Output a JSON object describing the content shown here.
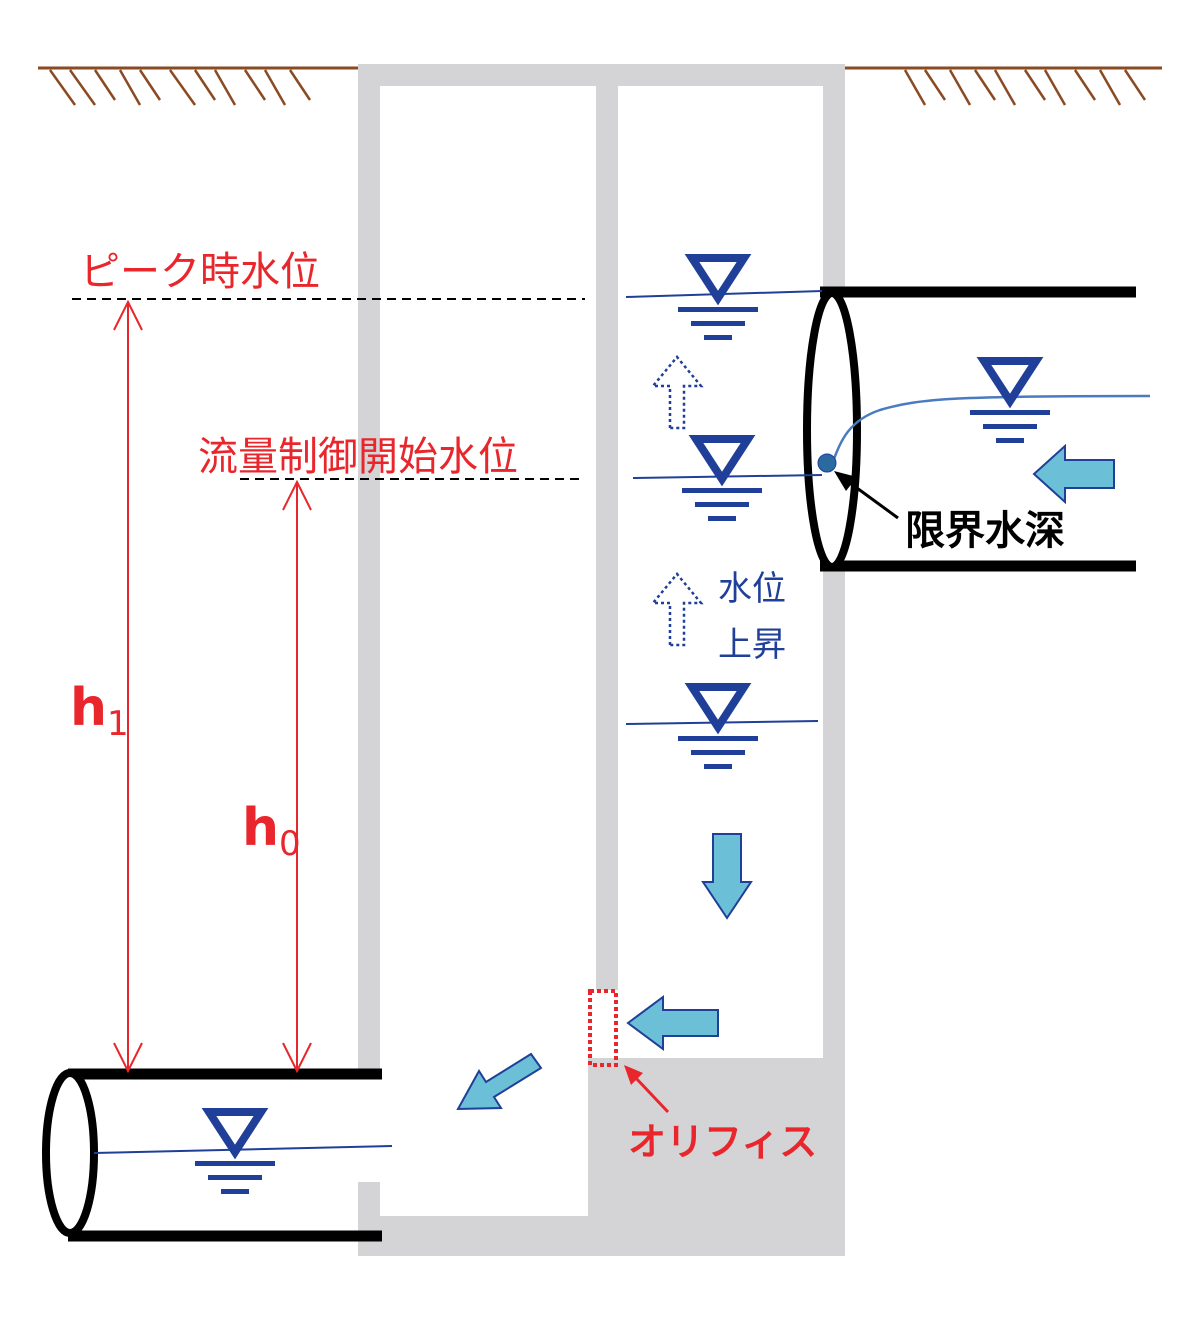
{
  "labels": {
    "peak_level": "ピーク時水位",
    "control_start_level": "流量制御開始水位",
    "critical_depth": "限界水深",
    "rise_line1": "水位",
    "rise_line2": "上昇",
    "orifice": "オリフィス",
    "h1_base": "h",
    "h1_sub": "1",
    "h0_base": "h",
    "h0_sub": "0"
  },
  "colors": {
    "red": "#e8262b",
    "blue": "#1f3f99",
    "light_blue": "#6bbfd6",
    "gray": "#d4d4d6",
    "soil": "#8a4a22"
  }
}
